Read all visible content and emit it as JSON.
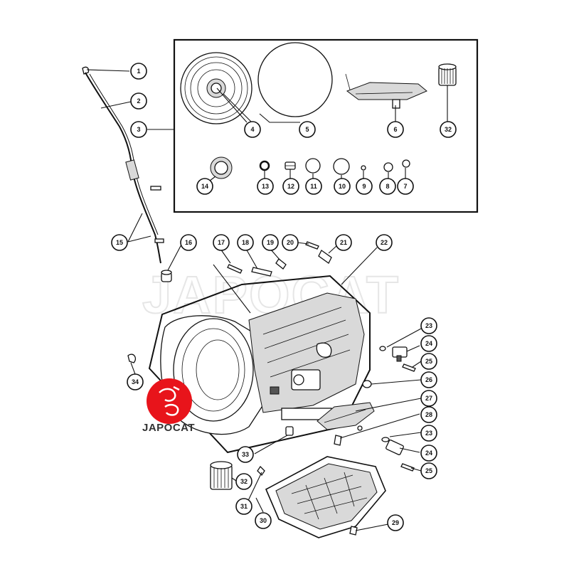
{
  "watermark": {
    "text": "JAPOCAT",
    "color": "#e6e6e6"
  },
  "logo": {
    "text": "JAPOCAT",
    "badge_color": "#e8141b"
  },
  "callouts": [
    "1",
    "2",
    "3",
    "4",
    "5",
    "6",
    "32",
    "14",
    "13",
    "12",
    "11",
    "10",
    "9",
    "8",
    "7",
    "15",
    "16",
    "17",
    "18",
    "19",
    "20",
    "21",
    "22",
    "23",
    "24",
    "25",
    "26",
    "27",
    "28",
    "23",
    "24",
    "25",
    "33",
    "32",
    "31",
    "30",
    "29",
    "34"
  ],
  "colors": {
    "line": "#111111",
    "background": "#ffffff",
    "shade": "#d9d9d9"
  }
}
